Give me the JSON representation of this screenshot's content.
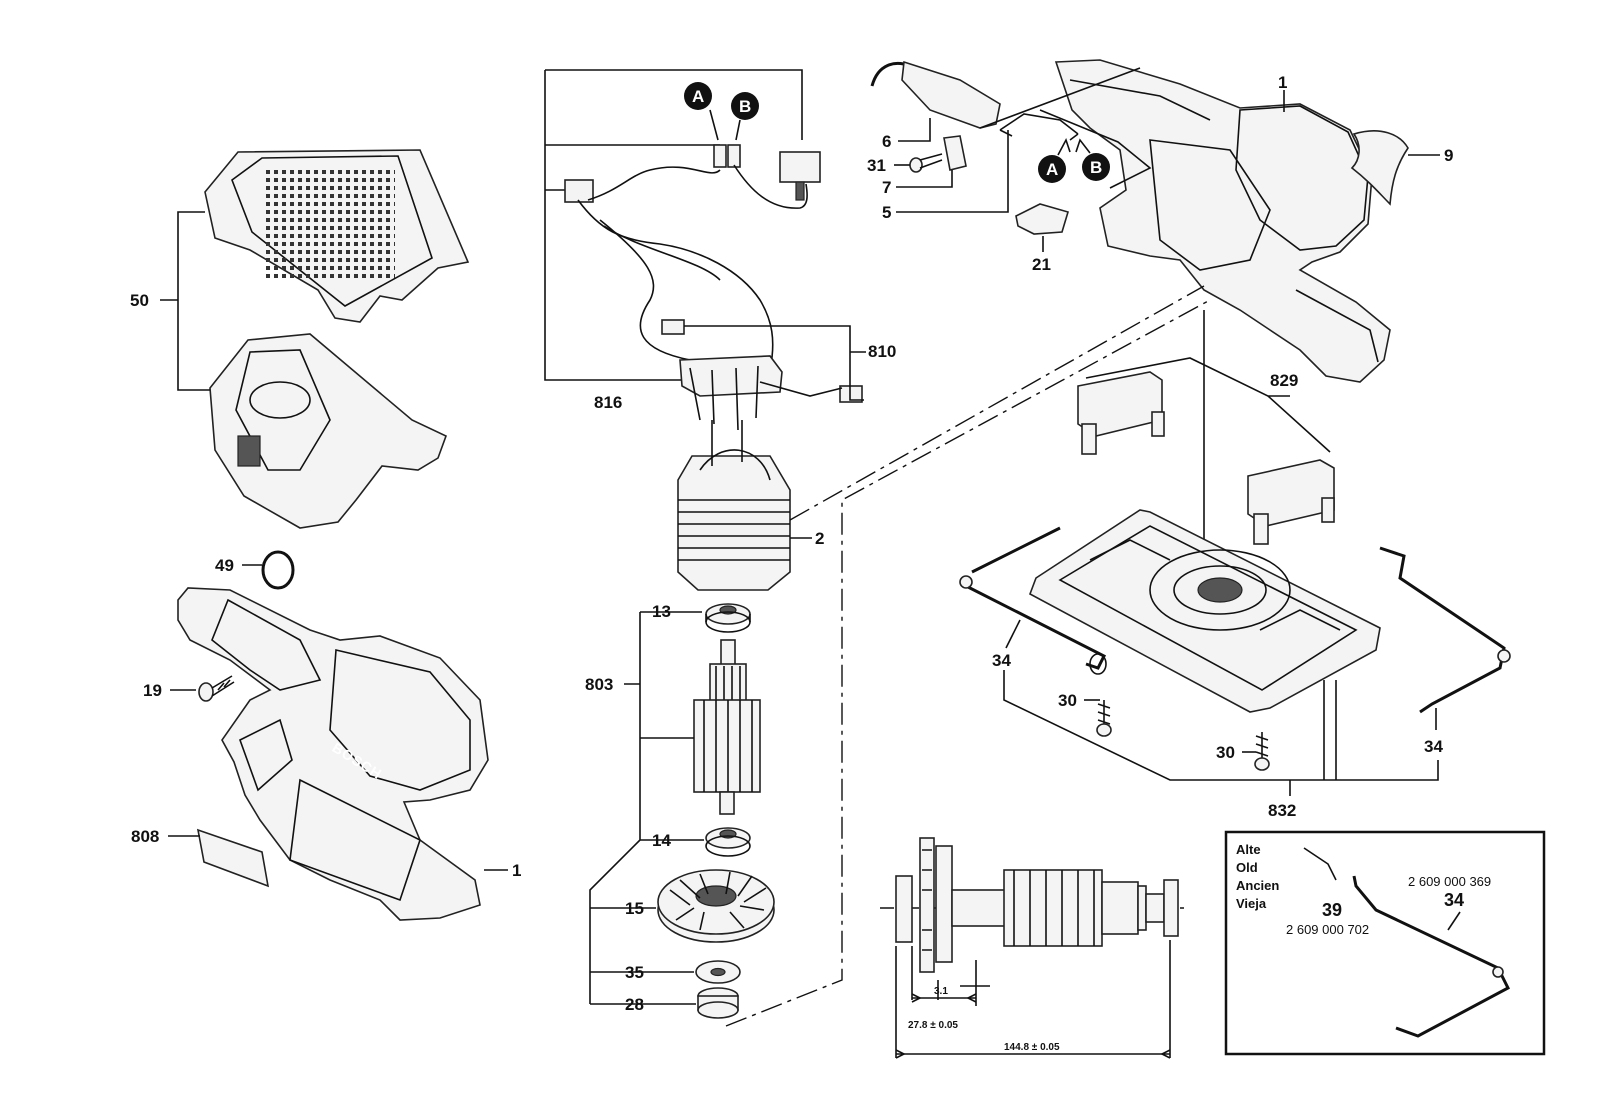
{
  "labels": {
    "p1_top": "1",
    "p1_bottom": "1",
    "p2": "2",
    "p5": "5",
    "p6": "6",
    "p7": "7",
    "p9": "9",
    "p13": "13",
    "p14": "14",
    "p15": "15",
    "p19": "19",
    "p21": "21",
    "p28": "28",
    "p30a": "30",
    "p30b": "30",
    "p31": "31",
    "p34a": "34",
    "p34b": "34",
    "p35": "35",
    "p49": "49",
    "p50": "50",
    "p803": "803",
    "p808": "808",
    "p810": "810",
    "p816": "816",
    "p829": "829",
    "p832": "832"
  },
  "badges": {
    "a": "A",
    "b": "B"
  },
  "dimensions": {
    "d1": "3.1",
    "d2": "27.8 ± 0.05",
    "d3": "144.8 ± 0.05"
  },
  "legend": {
    "line1": "Alte",
    "line2": "Old",
    "line3": "Ancien",
    "line4": "Vieja",
    "old_part_number": "39",
    "old_part_code": "2 609 000 702",
    "new_part_code": "2 609 000 369",
    "new_part_number": "34"
  },
  "logo": "BOSCH"
}
